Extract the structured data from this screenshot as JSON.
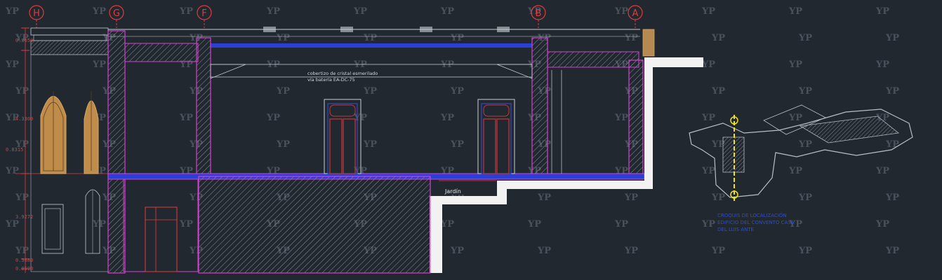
{
  "grid_axes": [
    "H",
    "G",
    "F",
    "B",
    "A"
  ],
  "dimensions": [
    "0.8650",
    "4.3300",
    "0.8315",
    "3.9272",
    "0.3880",
    "0.0590"
  ],
  "roof_note": {
    "line1": "cobertizo de cristal esmerilado",
    "line2": "vía batería EA-DC-75"
  },
  "garden_label": "Jardín",
  "section_note": {
    "line1": "CROQUIS DE LOCALIZACIÓN",
    "line2": "EDIFICIO DEL CONVENTO CASA",
    "line3": "DEL LUIS ANTE"
  },
  "watermark": "YP",
  "colors": {
    "background": "#212830",
    "grid_bubble": "#e23b3b",
    "structure_blue": "#2b3fd6",
    "magenta": "#d63fd6",
    "section_yellow": "#f2e318"
  }
}
